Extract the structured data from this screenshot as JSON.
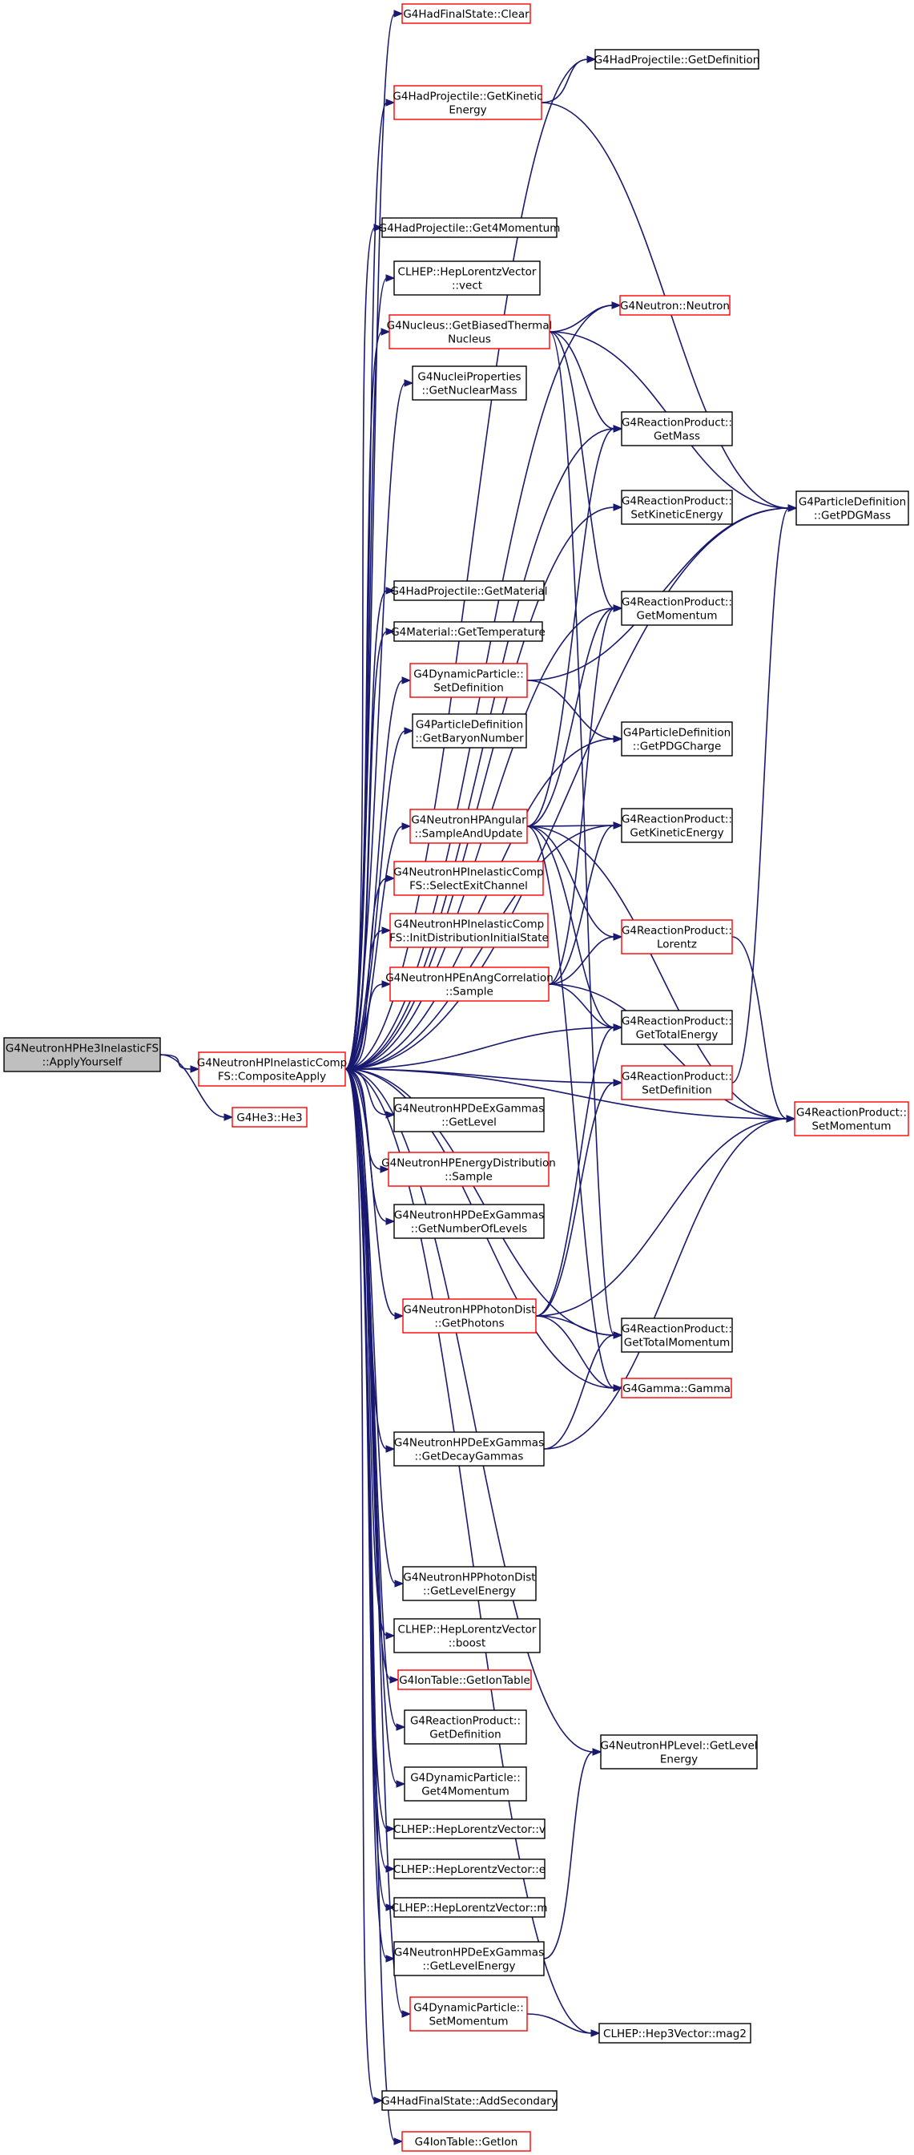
{
  "colors": {
    "edge": "#191970",
    "border_documented": "#000000",
    "border_undocumented": "#ff0000",
    "root_fill": "#bfbfbf",
    "node_fill": "#ffffff"
  },
  "nodes": [
    {
      "id": "root",
      "lines": [
        "G4NeutronHPHe3InelasticFS",
        "::ApplyYourself"
      ],
      "style": "root"
    },
    {
      "id": "compositeapply",
      "lines": [
        "G4NeutronHPInelasticComp",
        "FS::CompositeApply"
      ],
      "style": "red"
    },
    {
      "id": "he3",
      "lines": [
        "G4He3::He3"
      ],
      "style": "red"
    },
    {
      "id": "clear",
      "lines": [
        "G4HadFinalState::Clear"
      ],
      "style": "red"
    },
    {
      "id": "getdefinition",
      "lines": [
        "G4HadProjectile::GetDefinition"
      ],
      "style": "black"
    },
    {
      "id": "getkineticenergy_proj",
      "lines": [
        "G4HadProjectile::GetKinetic",
        "Energy"
      ],
      "style": "red"
    },
    {
      "id": "get4momentum_proj",
      "lines": [
        "G4HadProjectile::Get4Momentum"
      ],
      "style": "black"
    },
    {
      "id": "vect",
      "lines": [
        "CLHEP::HepLorentzVector",
        "::vect"
      ],
      "style": "black"
    },
    {
      "id": "neutron",
      "lines": [
        "G4Neutron::Neutron"
      ],
      "style": "red"
    },
    {
      "id": "biasedthermal",
      "lines": [
        "G4Nucleus::GetBiasedThermal",
        "Nucleus"
      ],
      "style": "red"
    },
    {
      "id": "nuclearmass",
      "lines": [
        "G4NucleiProperties",
        "::GetNuclearMass"
      ],
      "style": "black"
    },
    {
      "id": "rp_getmass",
      "lines": [
        "G4ReactionProduct::",
        "GetMass"
      ],
      "style": "black"
    },
    {
      "id": "pd_getpdgmass",
      "lines": [
        "G4ParticleDefinition",
        "::GetPDGMass"
      ],
      "style": "black"
    },
    {
      "id": "rp_setkinetic",
      "lines": [
        "G4ReactionProduct::",
        "SetKineticEnergy"
      ],
      "style": "black"
    },
    {
      "id": "getmaterial",
      "lines": [
        "G4HadProjectile::GetMaterial"
      ],
      "style": "black"
    },
    {
      "id": "rp_getmomentum",
      "lines": [
        "G4ReactionProduct::",
        "GetMomentum"
      ],
      "style": "black"
    },
    {
      "id": "gettemperature",
      "lines": [
        "G4Material::GetTemperature"
      ],
      "style": "black"
    },
    {
      "id": "dp_setdefinition",
      "lines": [
        "G4DynamicParticle::",
        "SetDefinition"
      ],
      "style": "red"
    },
    {
      "id": "baryonnumber",
      "lines": [
        "G4ParticleDefinition",
        "::GetBaryonNumber"
      ],
      "style": "black"
    },
    {
      "id": "pdgcharge",
      "lines": [
        "G4ParticleDefinition",
        "::GetPDGCharge"
      ],
      "style": "black"
    },
    {
      "id": "sampleandupdate",
      "lines": [
        "G4NeutronHPAngular",
        "::SampleAndUpdate"
      ],
      "style": "red"
    },
    {
      "id": "rp_getkinetic",
      "lines": [
        "G4ReactionProduct::",
        "GetKineticEnergy"
      ],
      "style": "black"
    },
    {
      "id": "selectexit",
      "lines": [
        "G4NeutronHPInelasticComp",
        "FS::SelectExitChannel"
      ],
      "style": "red"
    },
    {
      "id": "initdist",
      "lines": [
        "G4NeutronHPInelasticComp",
        "FS::InitDistributionInitialState"
      ],
      "style": "red"
    },
    {
      "id": "rp_lorentz",
      "lines": [
        "G4ReactionProduct::",
        "Lorentz"
      ],
      "style": "red"
    },
    {
      "id": "encorr_sample",
      "lines": [
        "G4NeutronHPEnAngCorrelation",
        "::Sample"
      ],
      "style": "red"
    },
    {
      "id": "rp_gettotalenergy",
      "lines": [
        "G4ReactionProduct::",
        "GetTotalEnergy"
      ],
      "style": "black"
    },
    {
      "id": "rp_setdefinition",
      "lines": [
        "G4ReactionProduct::",
        "SetDefinition"
      ],
      "style": "red"
    },
    {
      "id": "rp_setmomentum",
      "lines": [
        "G4ReactionProduct::",
        "SetMomentum"
      ],
      "style": "red"
    },
    {
      "id": "dex_getlevel",
      "lines": [
        "G4NeutronHPDeExGammas",
        "::GetLevel"
      ],
      "style": "black"
    },
    {
      "id": "energydist_sample",
      "lines": [
        "G4NeutronHPEnergyDistribution",
        "::Sample"
      ],
      "style": "red"
    },
    {
      "id": "dex_numlevels",
      "lines": [
        "G4NeutronHPDeExGammas",
        "::GetNumberOfLevels"
      ],
      "style": "black"
    },
    {
      "id": "photondist_getphotons",
      "lines": [
        "G4NeutronHPPhotonDist",
        "::GetPhotons"
      ],
      "style": "red"
    },
    {
      "id": "rp_gettotalmomentum",
      "lines": [
        "G4ReactionProduct::",
        "GetTotalMomentum"
      ],
      "style": "black"
    },
    {
      "id": "gamma",
      "lines": [
        "G4Gamma::Gamma"
      ],
      "style": "red"
    },
    {
      "id": "dex_decaygammas",
      "lines": [
        "G4NeutronHPDeExGammas",
        "::GetDecayGammas"
      ],
      "style": "black"
    },
    {
      "id": "photondist_levelenergy",
      "lines": [
        "G4NeutronHPPhotonDist",
        "::GetLevelEnergy"
      ],
      "style": "black"
    },
    {
      "id": "boost",
      "lines": [
        "CLHEP::HepLorentzVector",
        "::boost"
      ],
      "style": "black"
    },
    {
      "id": "getiontable",
      "lines": [
        "G4IonTable::GetIonTable"
      ],
      "style": "red"
    },
    {
      "id": "rp_getdefinition",
      "lines": [
        "G4ReactionProduct::",
        "GetDefinition"
      ],
      "style": "black"
    },
    {
      "id": "level_getlevelenergy",
      "lines": [
        "G4NeutronHPLevel::GetLevel",
        "Energy"
      ],
      "style": "black"
    },
    {
      "id": "dp_get4momentum",
      "lines": [
        "G4DynamicParticle::",
        "Get4Momentum"
      ],
      "style": "black"
    },
    {
      "id": "lv_v",
      "lines": [
        "CLHEP::HepLorentzVector::v"
      ],
      "style": "black"
    },
    {
      "id": "lv_e",
      "lines": [
        "CLHEP::HepLorentzVector::e"
      ],
      "style": "black"
    },
    {
      "id": "lv_m",
      "lines": [
        "CLHEP::HepLorentzVector::m"
      ],
      "style": "black"
    },
    {
      "id": "dex_levelenergy",
      "lines": [
        "G4NeutronHPDeExGammas",
        "::GetLevelEnergy"
      ],
      "style": "black"
    },
    {
      "id": "dp_setmomentum",
      "lines": [
        "G4DynamicParticle::",
        "SetMomentum"
      ],
      "style": "red"
    },
    {
      "id": "mag2",
      "lines": [
        "CLHEP::Hep3Vector::mag2"
      ],
      "style": "black"
    },
    {
      "id": "addsecondary",
      "lines": [
        "G4HadFinalState::AddSecondary"
      ],
      "style": "black"
    },
    {
      "id": "getion",
      "lines": [
        "G4IonTable::GetIon"
      ],
      "style": "red"
    }
  ],
  "edges": [
    [
      "root",
      "compositeapply"
    ],
    [
      "root",
      "he3"
    ],
    [
      "compositeapply",
      "clear"
    ],
    [
      "compositeapply",
      "getdefinition"
    ],
    [
      "compositeapply",
      "getkineticenergy_proj"
    ],
    [
      "compositeapply",
      "get4momentum_proj"
    ],
    [
      "compositeapply",
      "vect"
    ],
    [
      "compositeapply",
      "neutron"
    ],
    [
      "compositeapply",
      "biasedthermal"
    ],
    [
      "compositeapply",
      "nuclearmass"
    ],
    [
      "compositeapply",
      "rp_getmass"
    ],
    [
      "compositeapply",
      "pd_getpdgmass"
    ],
    [
      "compositeapply",
      "rp_setkinetic"
    ],
    [
      "compositeapply",
      "getmaterial"
    ],
    [
      "compositeapply",
      "rp_getmomentum"
    ],
    [
      "compositeapply",
      "gettemperature"
    ],
    [
      "compositeapply",
      "dp_setdefinition"
    ],
    [
      "compositeapply",
      "baryonnumber"
    ],
    [
      "compositeapply",
      "pdgcharge"
    ],
    [
      "compositeapply",
      "sampleandupdate"
    ],
    [
      "compositeapply",
      "rp_getkinetic"
    ],
    [
      "compositeapply",
      "selectexit"
    ],
    [
      "compositeapply",
      "initdist"
    ],
    [
      "compositeapply",
      "encorr_sample"
    ],
    [
      "compositeapply",
      "rp_gettotalenergy"
    ],
    [
      "compositeapply",
      "rp_setdefinition"
    ],
    [
      "compositeapply",
      "rp_setmomentum"
    ],
    [
      "compositeapply",
      "dex_getlevel"
    ],
    [
      "compositeapply",
      "energydist_sample"
    ],
    [
      "compositeapply",
      "dex_numlevels"
    ],
    [
      "compositeapply",
      "photondist_getphotons"
    ],
    [
      "compositeapply",
      "rp_gettotalmomentum"
    ],
    [
      "compositeapply",
      "gamma"
    ],
    [
      "compositeapply",
      "dex_decaygammas"
    ],
    [
      "compositeapply",
      "photondist_levelenergy"
    ],
    [
      "compositeapply",
      "boost"
    ],
    [
      "compositeapply",
      "getiontable"
    ],
    [
      "compositeapply",
      "rp_getdefinition"
    ],
    [
      "compositeapply",
      "level_getlevelenergy"
    ],
    [
      "compositeapply",
      "dp_get4momentum"
    ],
    [
      "compositeapply",
      "lv_v"
    ],
    [
      "compositeapply",
      "lv_e"
    ],
    [
      "compositeapply",
      "lv_m"
    ],
    [
      "compositeapply",
      "dex_levelenergy"
    ],
    [
      "compositeapply",
      "dp_setmomentum"
    ],
    [
      "compositeapply",
      "mag2"
    ],
    [
      "compositeapply",
      "addsecondary"
    ],
    [
      "compositeapply",
      "getion"
    ],
    [
      "getkineticenergy_proj",
      "getdefinition"
    ],
    [
      "getkineticenergy_proj",
      "pd_getpdgmass"
    ],
    [
      "biasedthermal",
      "neutron"
    ],
    [
      "biasedthermal",
      "rp_getmass"
    ],
    [
      "biasedthermal",
      "pd_getpdgmass"
    ],
    [
      "biasedthermal",
      "rp_getmomentum"
    ],
    [
      "biasedthermal",
      "rp_gettotalmomentum"
    ],
    [
      "dp_setdefinition",
      "pdgcharge"
    ],
    [
      "dp_setdefinition",
      "pd_getpdgmass"
    ],
    [
      "sampleandupdate",
      "rp_getmass"
    ],
    [
      "sampleandupdate",
      "rp_getmomentum"
    ],
    [
      "sampleandupdate",
      "rp_getkinetic"
    ],
    [
      "sampleandupdate",
      "rp_lorentz"
    ],
    [
      "sampleandupdate",
      "rp_gettotalenergy"
    ],
    [
      "sampleandupdate",
      "rp_setmomentum"
    ],
    [
      "sampleandupdate",
      "gamma"
    ],
    [
      "encorr_sample",
      "rp_getmomentum"
    ],
    [
      "encorr_sample",
      "rp_getkinetic"
    ],
    [
      "encorr_sample",
      "rp_lorentz"
    ],
    [
      "encorr_sample",
      "rp_gettotalenergy"
    ],
    [
      "encorr_sample",
      "rp_setmomentum"
    ],
    [
      "rp_lorentz",
      "rp_setmomentum"
    ],
    [
      "rp_setdefinition",
      "pd_getpdgmass"
    ],
    [
      "photondist_getphotons",
      "rp_gettotalenergy"
    ],
    [
      "photondist_getphotons",
      "rp_setdefinition"
    ],
    [
      "photondist_getphotons",
      "rp_setmomentum"
    ],
    [
      "photondist_getphotons",
      "rp_gettotalmomentum"
    ],
    [
      "photondist_getphotons",
      "gamma"
    ],
    [
      "dex_decaygammas",
      "rp_gettotalmomentum"
    ],
    [
      "dex_decaygammas",
      "rp_setmomentum"
    ],
    [
      "dex_levelenergy",
      "level_getlevelenergy"
    ],
    [
      "dp_setmomentum",
      "mag2"
    ]
  ]
}
